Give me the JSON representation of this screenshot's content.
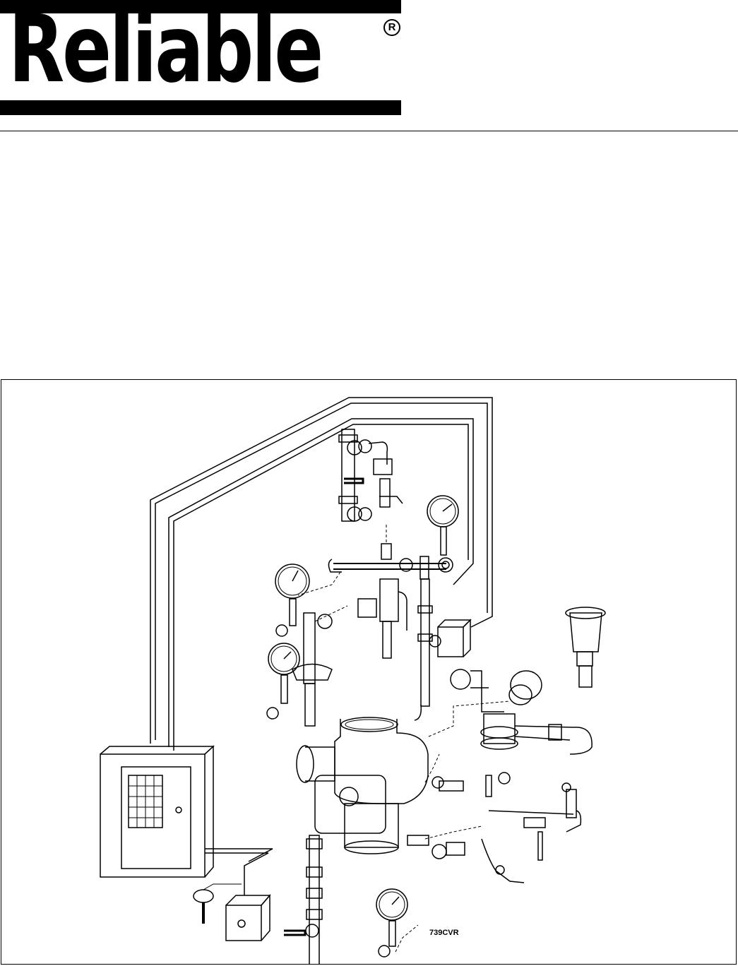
{
  "brand": {
    "name": "Reliable",
    "registered_mark": "R"
  },
  "figure": {
    "code": "739CVR"
  }
}
